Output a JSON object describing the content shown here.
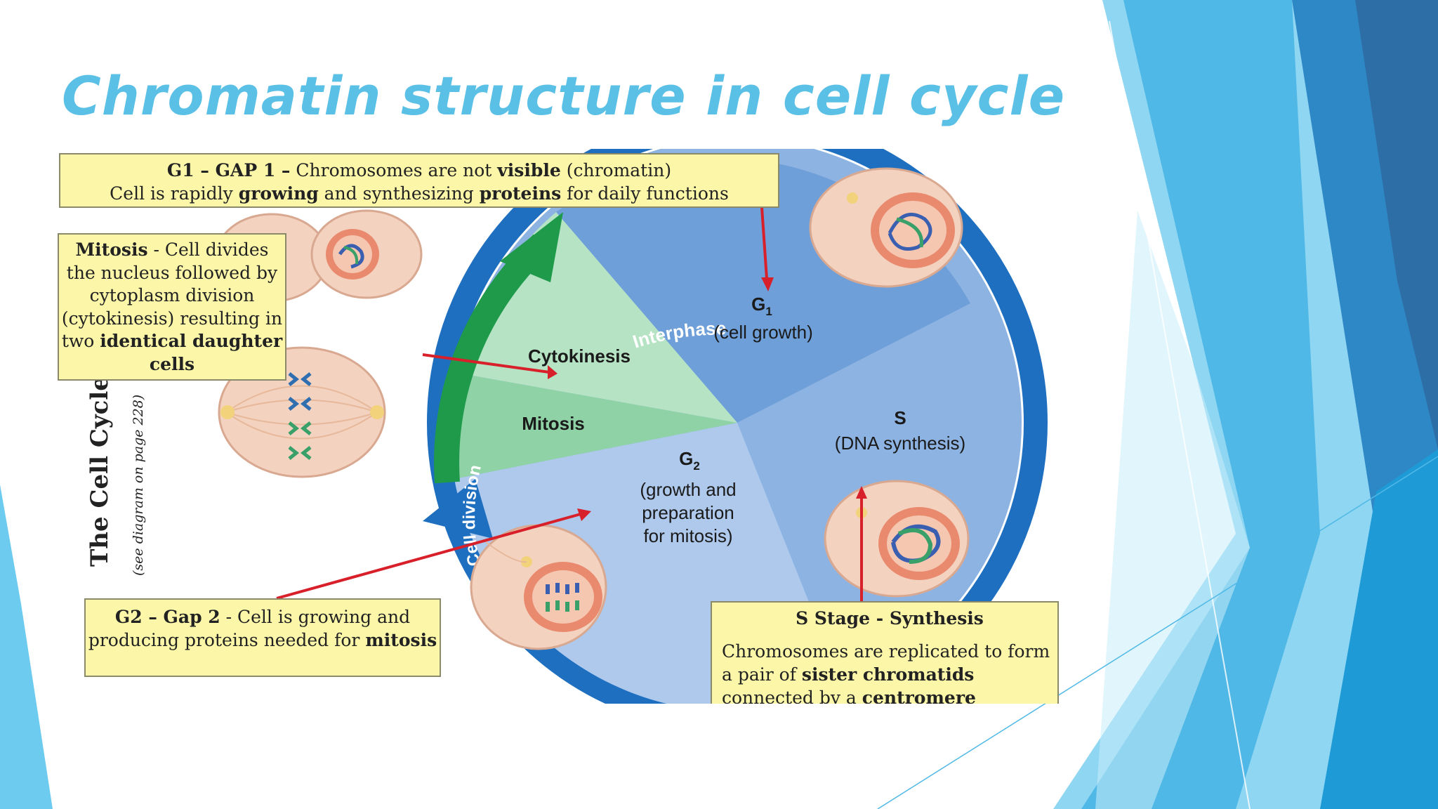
{
  "slide": {
    "title": "Chromatin structure in cell cycle"
  },
  "diagram": {
    "vertical_title": "The Cell Cycle",
    "vertical_subtitle": "(see diagram on page 228)",
    "ring_labels": {
      "interphase": "Interphase",
      "cell_division": "Cell division"
    },
    "phases": {
      "g1_symbol": "G",
      "g1_subscript": "1",
      "g1_desc": "(cell growth)",
      "s_symbol": "S",
      "s_desc": "(DNA synthesis)",
      "g2_symbol": "G",
      "g2_subscript": "2",
      "g2_desc_1": "(growth and",
      "g2_desc_2": "preparation",
      "g2_desc_3": "for mitosis)",
      "mitosis": "Mitosis",
      "cytokinesis": "Cytokinesis"
    },
    "callouts": {
      "g1": {
        "bold1": "G1 – GAP 1 –",
        "text1": " Chromosomes are not ",
        "bold2": "visible",
        "text2": " (chromatin)",
        "text3": "Cell is rapidly ",
        "bold3": "growing",
        "text4": " and synthesizing ",
        "bold4": "proteins",
        "text5": " for daily functions"
      },
      "mitosis": {
        "bold1": "Mitosis",
        "text1": " - Cell divides the nucleus followed by cytoplasm division (cytokinesis) resulting in two ",
        "bold2": "identical daughter cells"
      },
      "g2": {
        "bold1": "G2 – Gap 2",
        "text1": " - Cell is growing and producing proteins needed for ",
        "bold2": "mitosis"
      },
      "s": {
        "heading": "S Stage - Synthesis",
        "text1": "Chromosomes are replicated to form a pair of ",
        "bold1": "sister chromatids",
        "text2": " connected by a ",
        "bold2": "centromere"
      }
    },
    "colors": {
      "title": "#5bc0e6",
      "ring": "#1f6fc0",
      "division_arrow": "#1e9a4a",
      "g1_sector": "#6e9fd8",
      "s_sector": "#8db3e2",
      "g2_sector": "#aec9ec",
      "mitosis_sector": "#8fd2a6",
      "cytokinesis_sector": "#b5e3c4",
      "callout_fill": "#fbf6a8",
      "pointer_arrow": "#d8202a"
    },
    "icons": [
      "cell-g1-icon",
      "cell-s-icon",
      "cell-g2-icon",
      "cell-metaphase-icon",
      "cell-telophase-icon"
    ]
  }
}
